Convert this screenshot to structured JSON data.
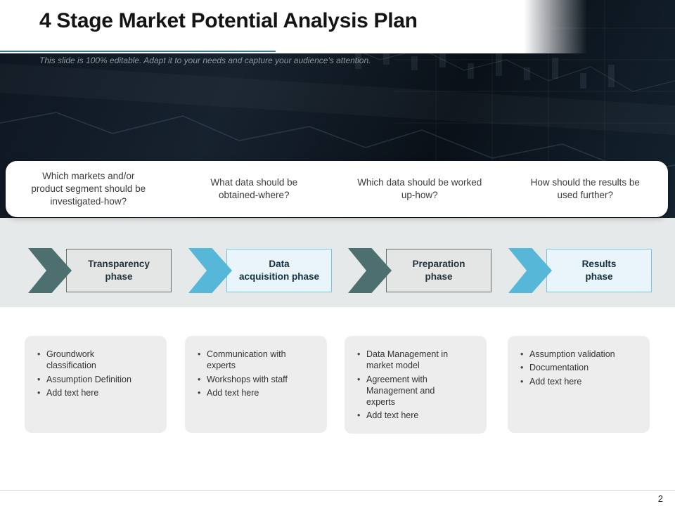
{
  "slide": {
    "title": "4 Stage Market Potential Analysis Plan",
    "subtitle": "This slide is 100% editable. Adapt it to your needs and capture your audience's attention.",
    "page_number": "2"
  },
  "questions": [
    "Which markets and/or product segment should be investigated-how?",
    "What data should be obtained-where?",
    "Which data should be worked up-how?",
    "How should the results be used further?"
  ],
  "phases": [
    {
      "lines": [
        "Transparency",
        "phase"
      ],
      "theme": "teal"
    },
    {
      "lines": [
        "Data",
        "acquisition phase"
      ],
      "theme": "blue"
    },
    {
      "lines": [
        "Preparation",
        "phase"
      ],
      "theme": "teal"
    },
    {
      "lines": [
        "Results",
        "phase"
      ],
      "theme": "blue"
    }
  ],
  "details": [
    {
      "bullets": [
        "Groundwork classification",
        "Assumption Definition",
        "Add text here"
      ]
    },
    {
      "bullets": [
        "Communication with experts",
        "Workshops with staff",
        "Add text here"
      ]
    },
    {
      "bullets": [
        "Data Management in market model",
        "Agreement with Management and experts",
        "Add text here"
      ]
    },
    {
      "bullets": [
        "Assumption validation",
        "Documentation",
        "Add text here"
      ]
    }
  ],
  "colors": {
    "accent_teal": "#3e7a8a",
    "arrow_teal": "#4e6f6f",
    "arrow_blue": "#56b7d9",
    "label_gray_bg": "#e4e6e6",
    "label_blue_bg": "#e9f5fa",
    "band_gray": "#e6e9e9",
    "detail_box_bg": "#ededed",
    "hero_dark": "#0d1520"
  },
  "icons": {
    "phase_arrow": "chevron-right"
  }
}
